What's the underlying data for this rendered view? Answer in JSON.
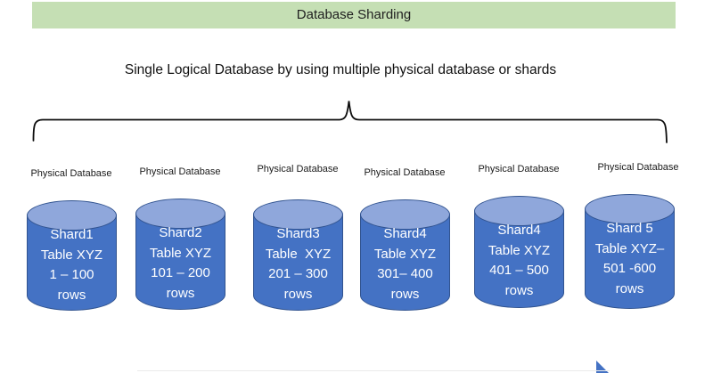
{
  "title": "Database Sharding",
  "subtitle": "Single Logical Database by using multiple physical database or shards",
  "colors": {
    "banner_bg": "#c5dfb4",
    "cylinder_body": "#4472c4",
    "cylinder_top": "#8fa7db",
    "cylinder_border": "#31538f",
    "cylinder_text": "#ffffff",
    "brace_stroke": "#0d0d0d",
    "arrow_fill": "#4472c4"
  },
  "icons": {
    "brace": "curly-brace",
    "arrow": "arrowhead-icon"
  },
  "shards": [
    {
      "label": "Physical Database",
      "lines": [
        "Shard1",
        "Table XYZ",
        "1 – 100",
        "rows"
      ]
    },
    {
      "label": "Physical Database",
      "lines": [
        "Shard2",
        "Table XYZ",
        "101 – 200",
        "rows"
      ]
    },
    {
      "label": "Physical Database",
      "lines": [
        "Shard3",
        "Table  XYZ",
        "201 – 300",
        "rows"
      ]
    },
    {
      "label": "Physical Database",
      "lines": [
        "Shard4",
        "Table XYZ",
        "301– 400",
        "rows"
      ]
    },
    {
      "label": "Physical Database",
      "lines": [
        "Shard4",
        "Table XYZ",
        "401 – 500",
        "rows"
      ]
    },
    {
      "label": "Physical Database",
      "lines": [
        "Shard 5",
        "Table XYZ–",
        "501 -600",
        "rows"
      ]
    }
  ]
}
